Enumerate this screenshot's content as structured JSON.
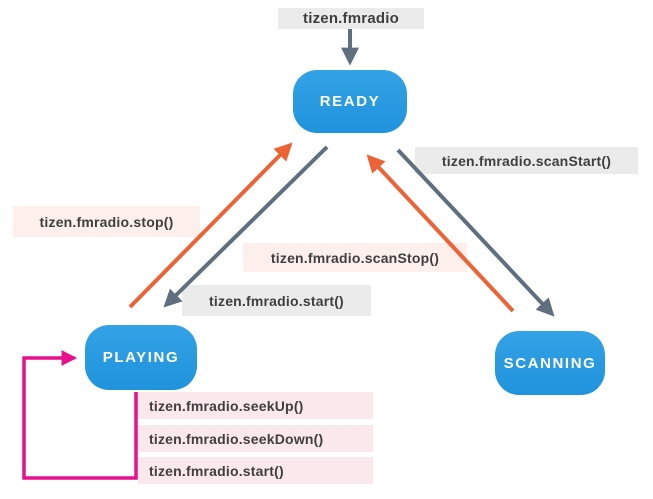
{
  "entry_label": "tizen.fmradio",
  "states": {
    "ready": "READY",
    "playing": "PLAYING",
    "scanning": "SCANNING"
  },
  "transitions": {
    "stop": {
      "label": "tizen.fmradio.stop()",
      "from": "PLAYING",
      "to": "READY"
    },
    "start": {
      "label": "tizen.fmradio.start()",
      "from": "READY",
      "to": "PLAYING"
    },
    "scan_start": {
      "label": "tizen.fmradio.scanStart()",
      "from": "READY",
      "to": "SCANNING"
    },
    "scan_stop": {
      "label": "tizen.fmradio.scanStop()",
      "from": "SCANNING",
      "to": "READY"
    },
    "seek_up": {
      "label": "tizen.fmradio.seekUp()",
      "from": "PLAYING",
      "to": "PLAYING"
    },
    "seek_down": {
      "label": "tizen.fmradio.seekDown()",
      "from": "PLAYING",
      "to": "PLAYING"
    },
    "loop_start": {
      "label": "tizen.fmradio.start()",
      "from": "PLAYING",
      "to": "PLAYING"
    }
  },
  "colors": {
    "node_blue_top": "#34A2E6",
    "node_blue_bottom": "#1F93DC",
    "arrow_gray": "#5F6F7F",
    "arrow_orange": "#EE6336",
    "loop_magenta": "#E8118C",
    "label_gray_bg": "#EBEBEB",
    "label_pink_bg": "#FCEFEC",
    "label_pink2_bg": "#FBE8EC",
    "label_text": "#3F3F3F"
  }
}
